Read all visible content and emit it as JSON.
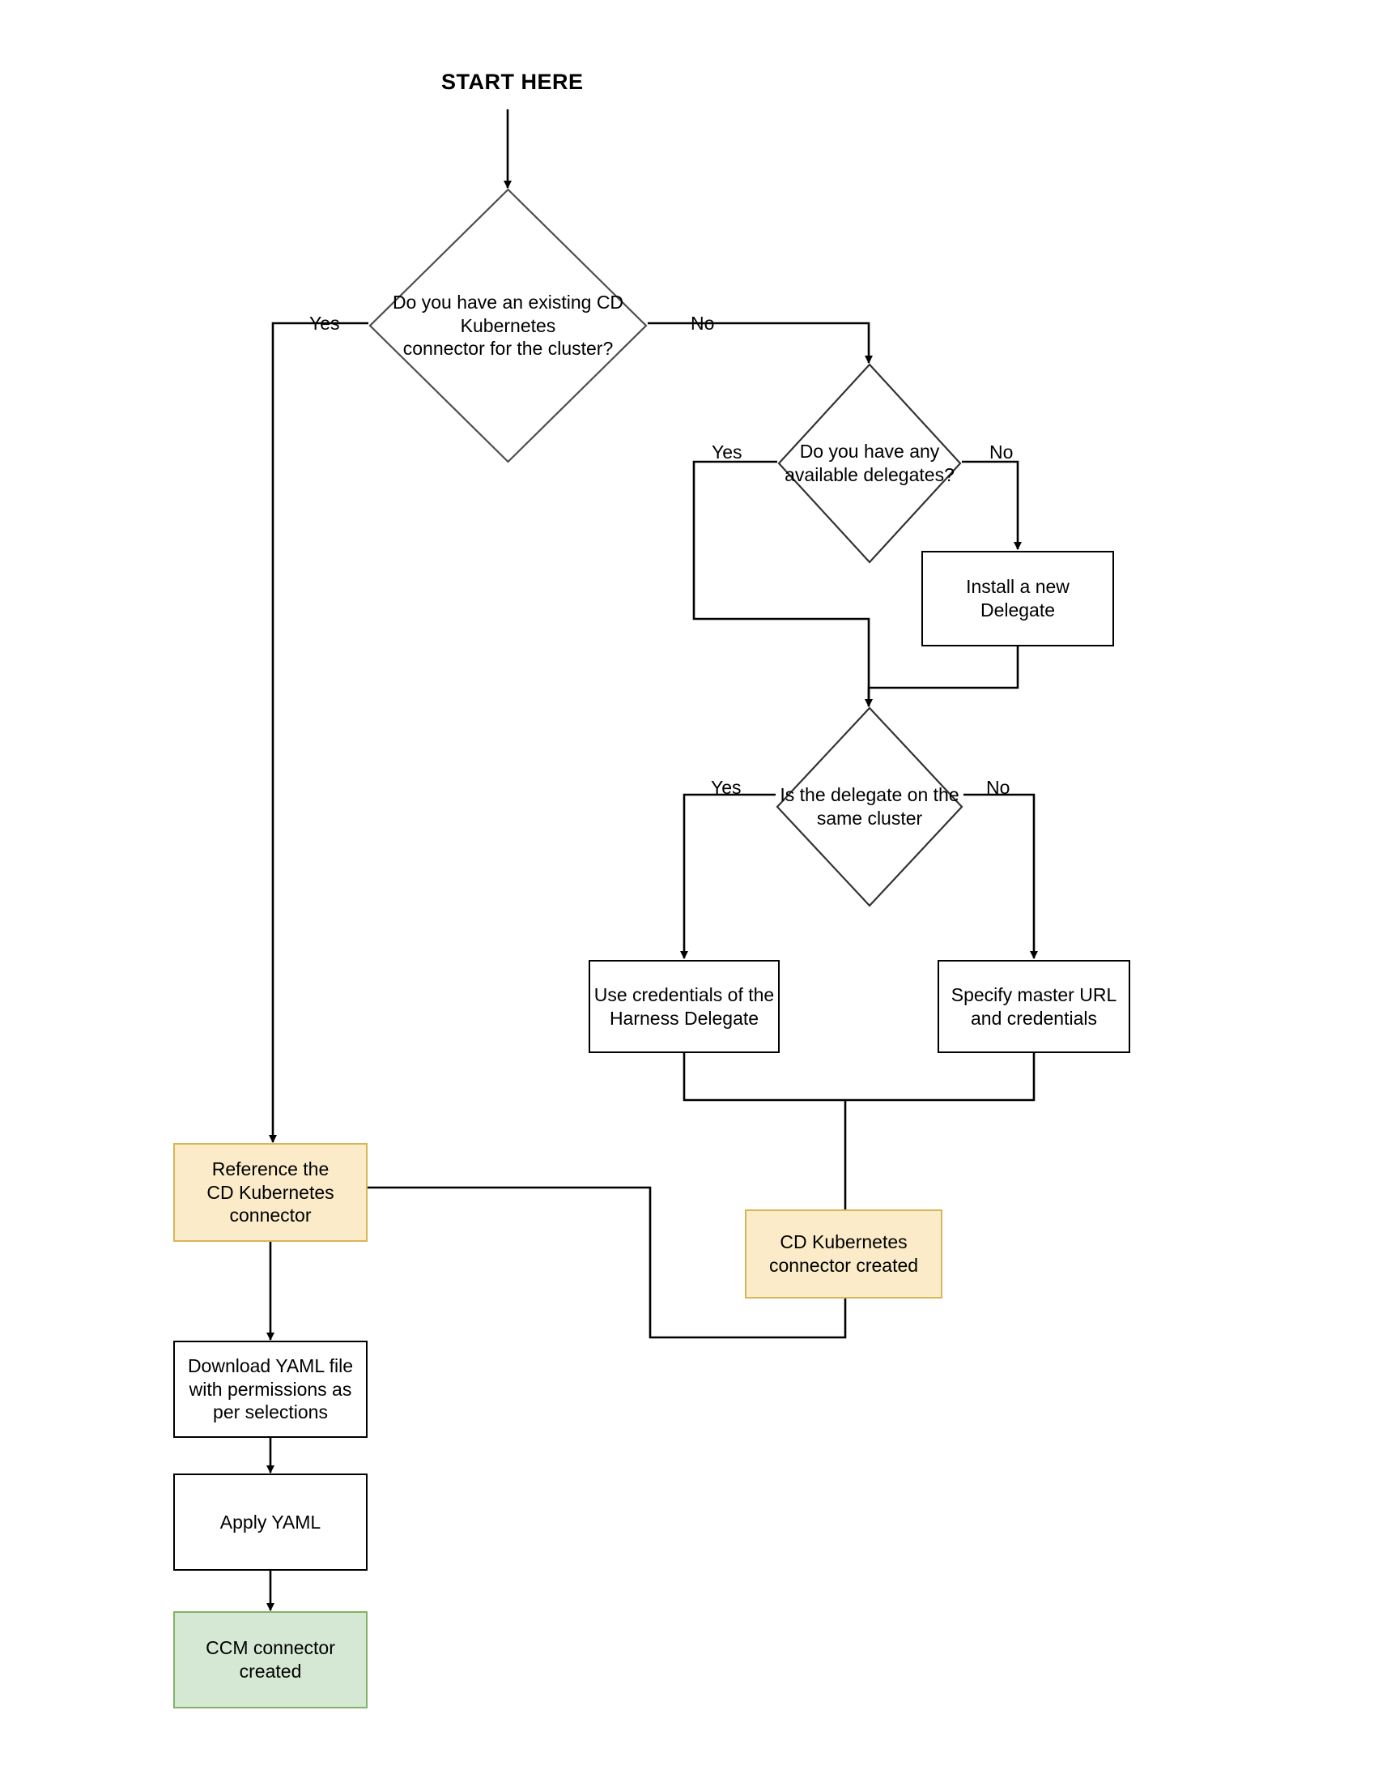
{
  "diagram": {
    "title": "START HERE",
    "colors": {
      "accent_orange_fill": "#FBEBC8",
      "accent_orange_stroke": "#D6B656",
      "accent_green_fill": "#D5E8D4",
      "accent_green_stroke": "#82B366",
      "default_fill": "#FFFFFF",
      "default_stroke": "#000000",
      "edge_stroke": "#000000"
    },
    "nodes": {
      "start_label": "START HERE",
      "decision_existing_connector": "Do you have an existing CD Kubernetes\nconnector for the cluster?",
      "decision_existing_connector_lines": [
        "Do you have an existing CD",
        "Kubernetes",
        "connector for the cluster?"
      ],
      "decision_available_delegates_lines": [
        "Do you have any",
        "available delegates?"
      ],
      "decision_same_cluster_lines": [
        "Is the delegate on the",
        "same cluster"
      ],
      "install_delegate_lines": [
        "Install a new",
        "Delegate"
      ],
      "use_credentials_lines": [
        "Use credentials of the",
        "Harness Delegate"
      ],
      "specify_master_url_lines": [
        "Specify master URL",
        "and credentials"
      ],
      "reference_connector_lines": [
        "Reference the",
        "CD Kubernetes",
        "connector"
      ],
      "cd_connector_created_lines": [
        "CD Kubernetes",
        "connector created"
      ],
      "download_yaml_lines": [
        "Download YAML file",
        "with permissions as",
        "per selections"
      ],
      "apply_yaml_lines": [
        "Apply YAML"
      ],
      "ccm_connector_created_lines": [
        "CCM connector",
        "created"
      ]
    },
    "edge_labels": {
      "d1_yes": "Yes",
      "d1_no": "No",
      "d2_yes": "Yes",
      "d2_no": "No",
      "d3_yes": "Yes",
      "d3_no": "No"
    }
  },
  "chart_data": {
    "type": "flowchart",
    "title": "START HERE",
    "nodes": [
      {
        "id": "start",
        "type": "label",
        "text": "START HERE"
      },
      {
        "id": "d1",
        "type": "decision",
        "text": "Do you have an existing CD Kubernetes connector for the cluster?"
      },
      {
        "id": "d2",
        "type": "decision",
        "text": "Do you have any available delegates?"
      },
      {
        "id": "install",
        "type": "process",
        "text": "Install a new Delegate"
      },
      {
        "id": "d3",
        "type": "decision",
        "text": "Is the delegate on the same cluster"
      },
      {
        "id": "usecreds",
        "type": "process",
        "text": "Use credentials of the Harness Delegate"
      },
      {
        "id": "masterurl",
        "type": "process",
        "text": "Specify master URL and credentials"
      },
      {
        "id": "cdcreated",
        "type": "process",
        "text": "CD Kubernetes connector created",
        "fill": "#FBEBC8"
      },
      {
        "id": "reference",
        "type": "process",
        "text": "Reference the CD Kubernetes connector",
        "fill": "#FBEBC8"
      },
      {
        "id": "download",
        "type": "process",
        "text": "Download YAML file with permissions as per selections"
      },
      {
        "id": "apply",
        "type": "process",
        "text": "Apply YAML"
      },
      {
        "id": "ccmcreated",
        "type": "process",
        "text": "CCM connector created",
        "fill": "#D5E8D4"
      }
    ],
    "edges": [
      {
        "from": "start",
        "to": "d1",
        "label": ""
      },
      {
        "from": "d1",
        "to": "reference",
        "label": "Yes"
      },
      {
        "from": "d1",
        "to": "d2",
        "label": "No"
      },
      {
        "from": "d2",
        "to": "d3",
        "label": "Yes"
      },
      {
        "from": "d2",
        "to": "install",
        "label": "No"
      },
      {
        "from": "install",
        "to": "d3",
        "label": ""
      },
      {
        "from": "d3",
        "to": "usecreds",
        "label": "Yes"
      },
      {
        "from": "d3",
        "to": "masterurl",
        "label": "No"
      },
      {
        "from": "usecreds",
        "to": "cdcreated",
        "label": ""
      },
      {
        "from": "masterurl",
        "to": "cdcreated",
        "label": ""
      },
      {
        "from": "cdcreated",
        "to": "reference",
        "label": ""
      },
      {
        "from": "reference",
        "to": "download",
        "label": ""
      },
      {
        "from": "download",
        "to": "apply",
        "label": ""
      },
      {
        "from": "apply",
        "to": "ccmcreated",
        "label": ""
      }
    ]
  }
}
